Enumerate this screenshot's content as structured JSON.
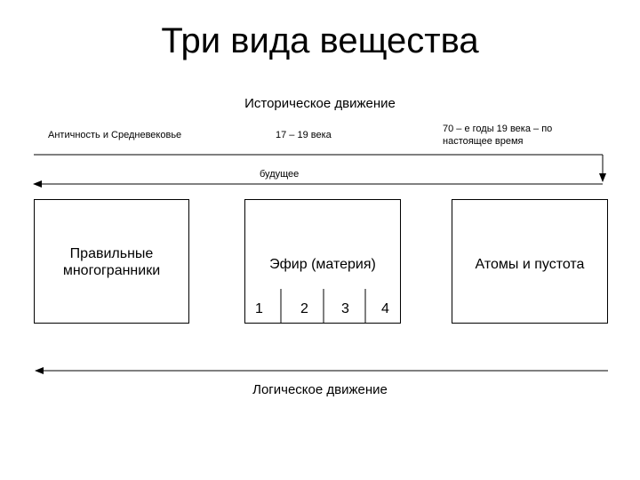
{
  "title": "Три вида вещества",
  "historical": {
    "label": "Историческое движение",
    "period_ancient": "Античность и Средневековье",
    "period_17_19": "17 – 19 века",
    "period_modern": "70 – е годы 19 века – по настоящее время",
    "future": "будущее"
  },
  "boxes": [
    {
      "label": "Правильные многогранники"
    },
    {
      "label": "Эфир (материя)",
      "subdivisions": [
        "1",
        "2",
        "3",
        "4"
      ]
    },
    {
      "label": "Атомы и пустота"
    }
  ],
  "logical": {
    "label": "Логическое движение"
  }
}
